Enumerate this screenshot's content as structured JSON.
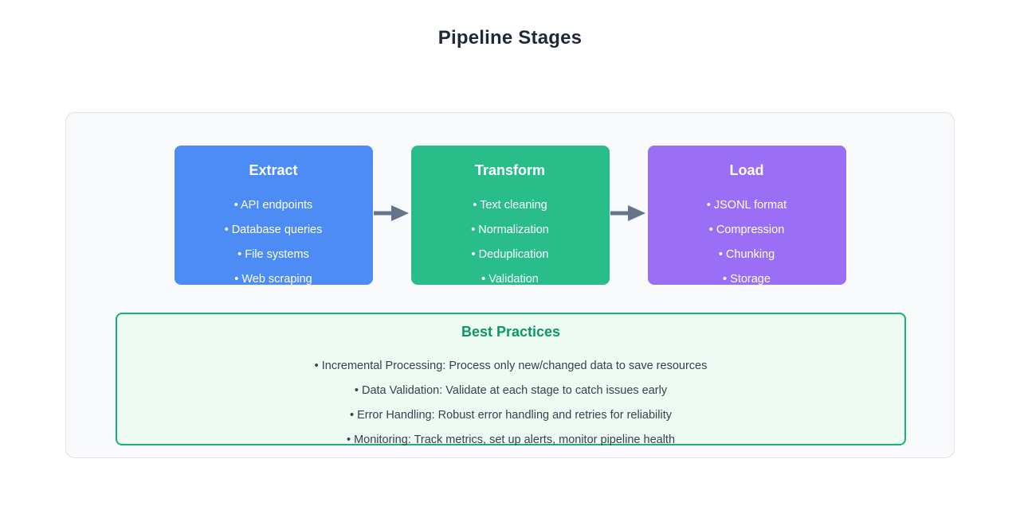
{
  "page": {
    "title": "Pipeline Stages"
  },
  "colors": {
    "title_text": "#1f2937",
    "container_bg": "#f8fafc",
    "container_border": "#e2e2e8",
    "extract": "#4d8bf5",
    "transform": "#28bd89",
    "load": "#9a6ef5",
    "arrow": "#64748b",
    "best_practices_bg": "#edfbf2",
    "best_practices_border": "#17b277",
    "best_practices_title": "#0d9668",
    "body_text": "#374151",
    "card_text": "#ffffff"
  },
  "stages": [
    {
      "id": "extract",
      "title": "Extract",
      "items": [
        "• API endpoints",
        "• Database queries",
        "• File systems",
        "• Web scraping"
      ]
    },
    {
      "id": "transform",
      "title": "Transform",
      "items": [
        "• Text cleaning",
        "• Normalization",
        "• Deduplication",
        "• Validation"
      ]
    },
    {
      "id": "load",
      "title": "Load",
      "items": [
        "• JSONL format",
        "• Compression",
        "• Chunking",
        "• Storage"
      ]
    }
  ],
  "arrows": [
    {
      "id": "arrow-extract-to-transform",
      "icon": "arrow-right-icon"
    },
    {
      "id": "arrow-transform-to-load",
      "icon": "arrow-right-icon"
    }
  ],
  "best_practices": {
    "title": "Best Practices",
    "items": [
      "• Incremental Processing: Process only new/changed data to save resources",
      "• Data Validation: Validate at each stage to catch issues early",
      "• Error Handling: Robust error handling and retries for reliability",
      "• Monitoring: Track metrics, set up alerts, monitor pipeline health"
    ]
  }
}
